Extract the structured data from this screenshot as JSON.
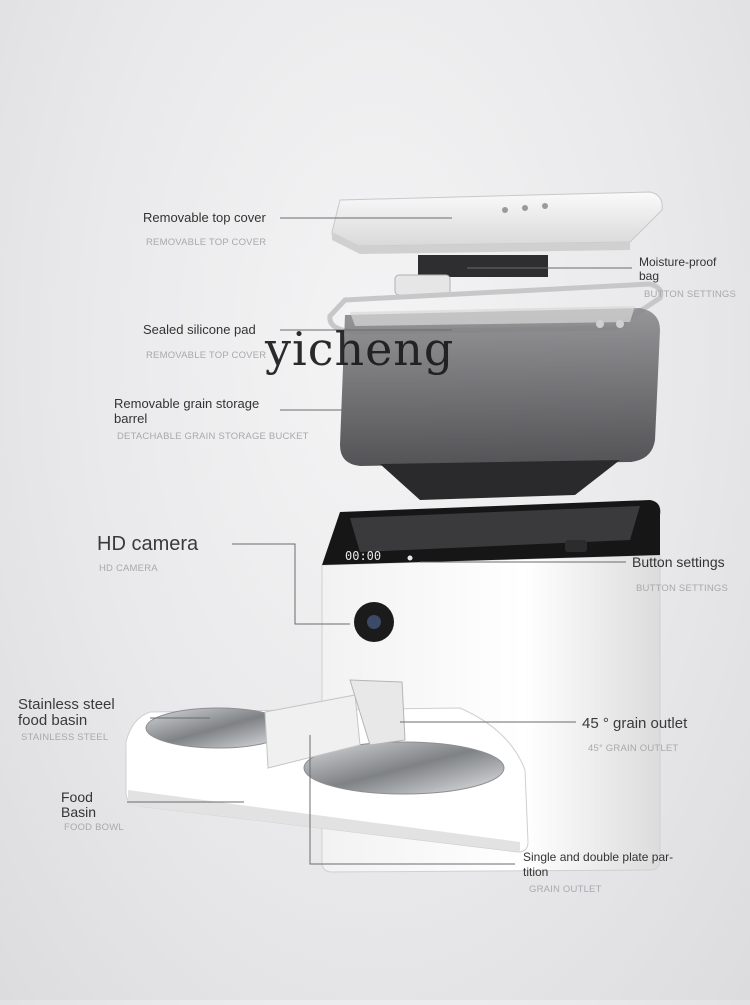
{
  "callouts": {
    "top_cover": {
      "label": "Removable top cover",
      "sub": "REMOVABLE TOP COVER"
    },
    "moisture_bag": {
      "label": "Moisture-proof\nbag",
      "sub": "BUTTON SETTINGS"
    },
    "silicone_pad": {
      "label": "Sealed silicone pad",
      "sub": "REMOVABLE TOP COVER"
    },
    "storage_barrel": {
      "label": "Removable grain storage\nbarrel",
      "sub": "DETACHABLE GRAIN STORAGE BUCKET"
    },
    "hd_camera": {
      "label": "HD camera",
      "sub": "HD CAMERA"
    },
    "button_settings": {
      "label": "Button settings",
      "sub": "BUTTON SETTINGS"
    },
    "steel_basin": {
      "label": "Stainless steel\nfood basin",
      "sub": "STAINLESS STEEL"
    },
    "grain_outlet": {
      "label": "45 ° grain outlet",
      "sub": "45° GRAIN OUTLET"
    },
    "food_basin": {
      "label": "Food\nBasin",
      "sub": "FOOD BOWL"
    },
    "plate_partition": {
      "label": "Single and double plate par-\ntition",
      "sub": "GRAIN OUTLET"
    }
  },
  "display_readout": "00:00",
  "watermark": "yicheng"
}
